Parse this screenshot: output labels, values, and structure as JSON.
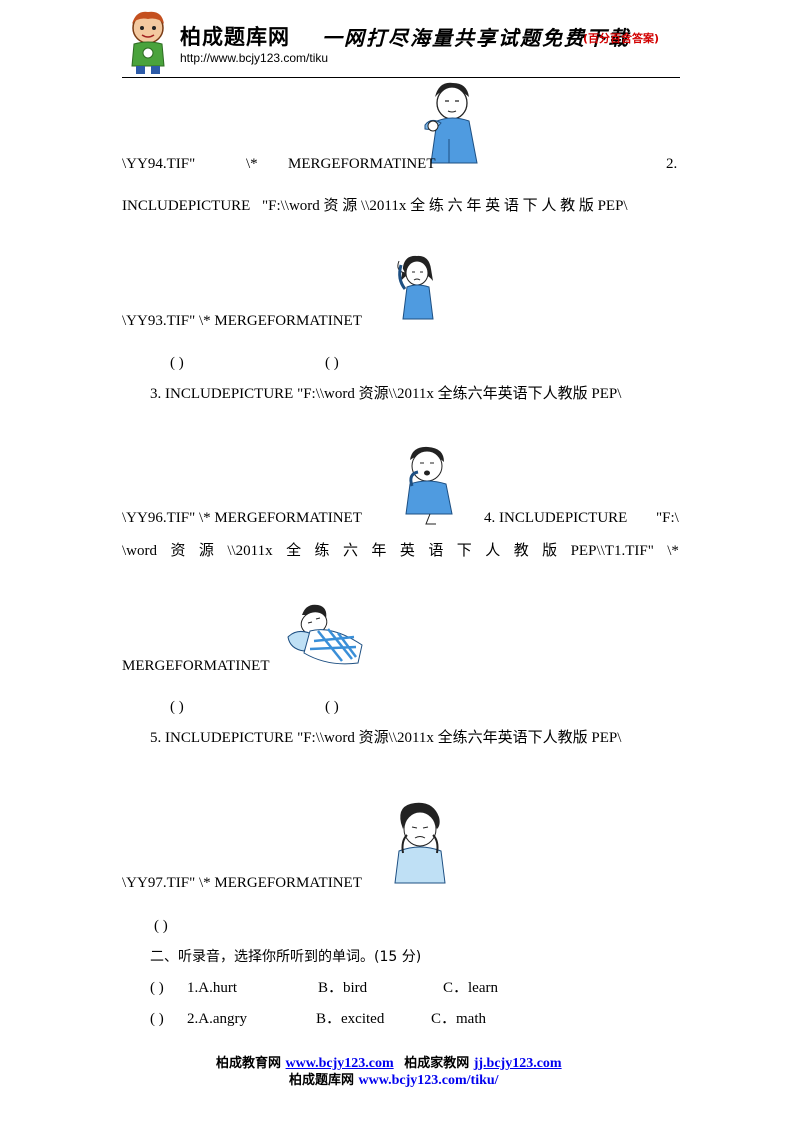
{
  "header": {
    "site_name": "柏成题库网",
    "slogan": "一网打尽海量共享试题免费下载",
    "badge": "(百分百含答案)",
    "url": "http://www.bcjy123.com/tiku"
  },
  "lines": {
    "l1_a": "\\YY94.TIF\"",
    "l1_b": "\\*",
    "l1_c": "MERGEFORMATINET",
    "l1_d": "2.",
    "l2_a": "INCLUDEPICTURE",
    "l2_b": "\"F:\\\\word 资 源 \\\\2011x 全 练 六 年 英 语 下 人 教 版 PEP\\",
    "l3": "\\YY93.TIF\"  \\*  MERGEFORMATINET",
    "paren_a": "(          )",
    "paren_b": "(          )",
    "l4": "3. INCLUDEPICTURE    \"F:\\\\word 资源\\\\2011x 全练六年英语下人教版 PEP\\",
    "l5_a": "\\YY96.TIF\"  \\*  MERGEFORMATINET",
    "l5_b": "4. INCLUDEPICTURE",
    "l5_c": "\"F:\\",
    "l6_words": [
      "\\word",
      "资",
      "源",
      "\\\\2011x",
      "全",
      "练",
      "六",
      "年",
      "英",
      "语",
      "下",
      "人",
      "教",
      "版",
      "PEP\\\\T1.TIF\"",
      "\\*"
    ],
    "l7": "MERGEFORMATINET",
    "paren_c": "(          )",
    "paren_d": "(          )",
    "l8": "5.    INCLUDEPICTURE    \"F:\\\\word 资源\\\\2011x 全练六年英语下人教版 PEP\\",
    "l9": "\\YY97.TIF\"  \\*  MERGEFORMATINET",
    "paren_e": "(          )"
  },
  "section2": {
    "title": "二、听录音，选择你所听到的单词。(15 分)",
    "q1": {
      "paren": "(        )",
      "label": "1.A.hurt",
      "b": "B．bird",
      "c": "C．learn"
    },
    "q2": {
      "paren": "(        )",
      "label": "2.A.angry",
      "b": "B．excited",
      "c": "C．math"
    }
  },
  "footer": {
    "line1_a": "柏成教育网",
    "line1_link1": "www.bcjy123.com",
    "line1_b": "柏成家教网",
    "line1_link2": "jj.bcjy123.com",
    "line2_a": "柏成题库网",
    "line2_link": "www.bcjy123.com/tiku/"
  },
  "icons": [
    "mascot-logo-icon",
    "boy-phone-image",
    "girl-headache-image",
    "boy-cough-image",
    "boy-in-bed-image",
    "boy-sick-image"
  ]
}
